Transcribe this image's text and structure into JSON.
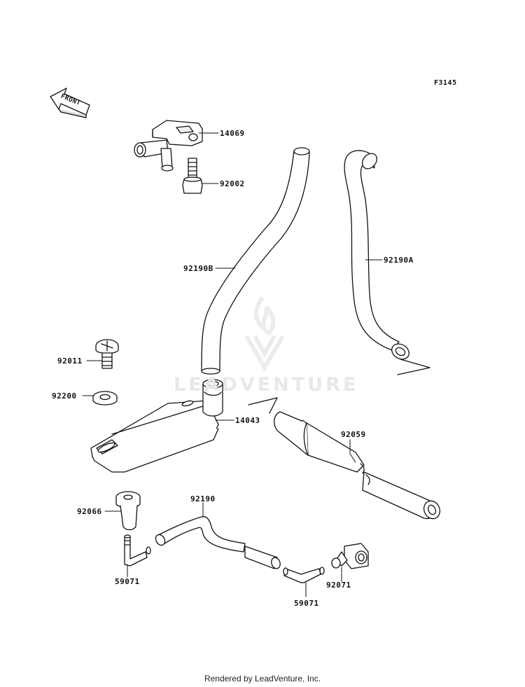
{
  "figure_code": "F3145",
  "front_label": "FRONT",
  "parts": [
    {
      "id": "p14069",
      "number": "14069"
    },
    {
      "id": "p92002",
      "number": "92002"
    },
    {
      "id": "p92190B",
      "number": "92190B"
    },
    {
      "id": "p92190A",
      "number": "92190A"
    },
    {
      "id": "p92011",
      "number": "92011"
    },
    {
      "id": "p92200",
      "number": "92200"
    },
    {
      "id": "p14043",
      "number": "14043"
    },
    {
      "id": "p92059",
      "number": "92059"
    },
    {
      "id": "p92066",
      "number": "92066"
    },
    {
      "id": "p92190",
      "number": "92190"
    },
    {
      "id": "p59071a",
      "number": "59071"
    },
    {
      "id": "p59071b",
      "number": "59071"
    },
    {
      "id": "p92071",
      "number": "92071"
    }
  ],
  "watermark": "LEADVENTURE",
  "footer": "Rendered by LeadVenture, Inc."
}
